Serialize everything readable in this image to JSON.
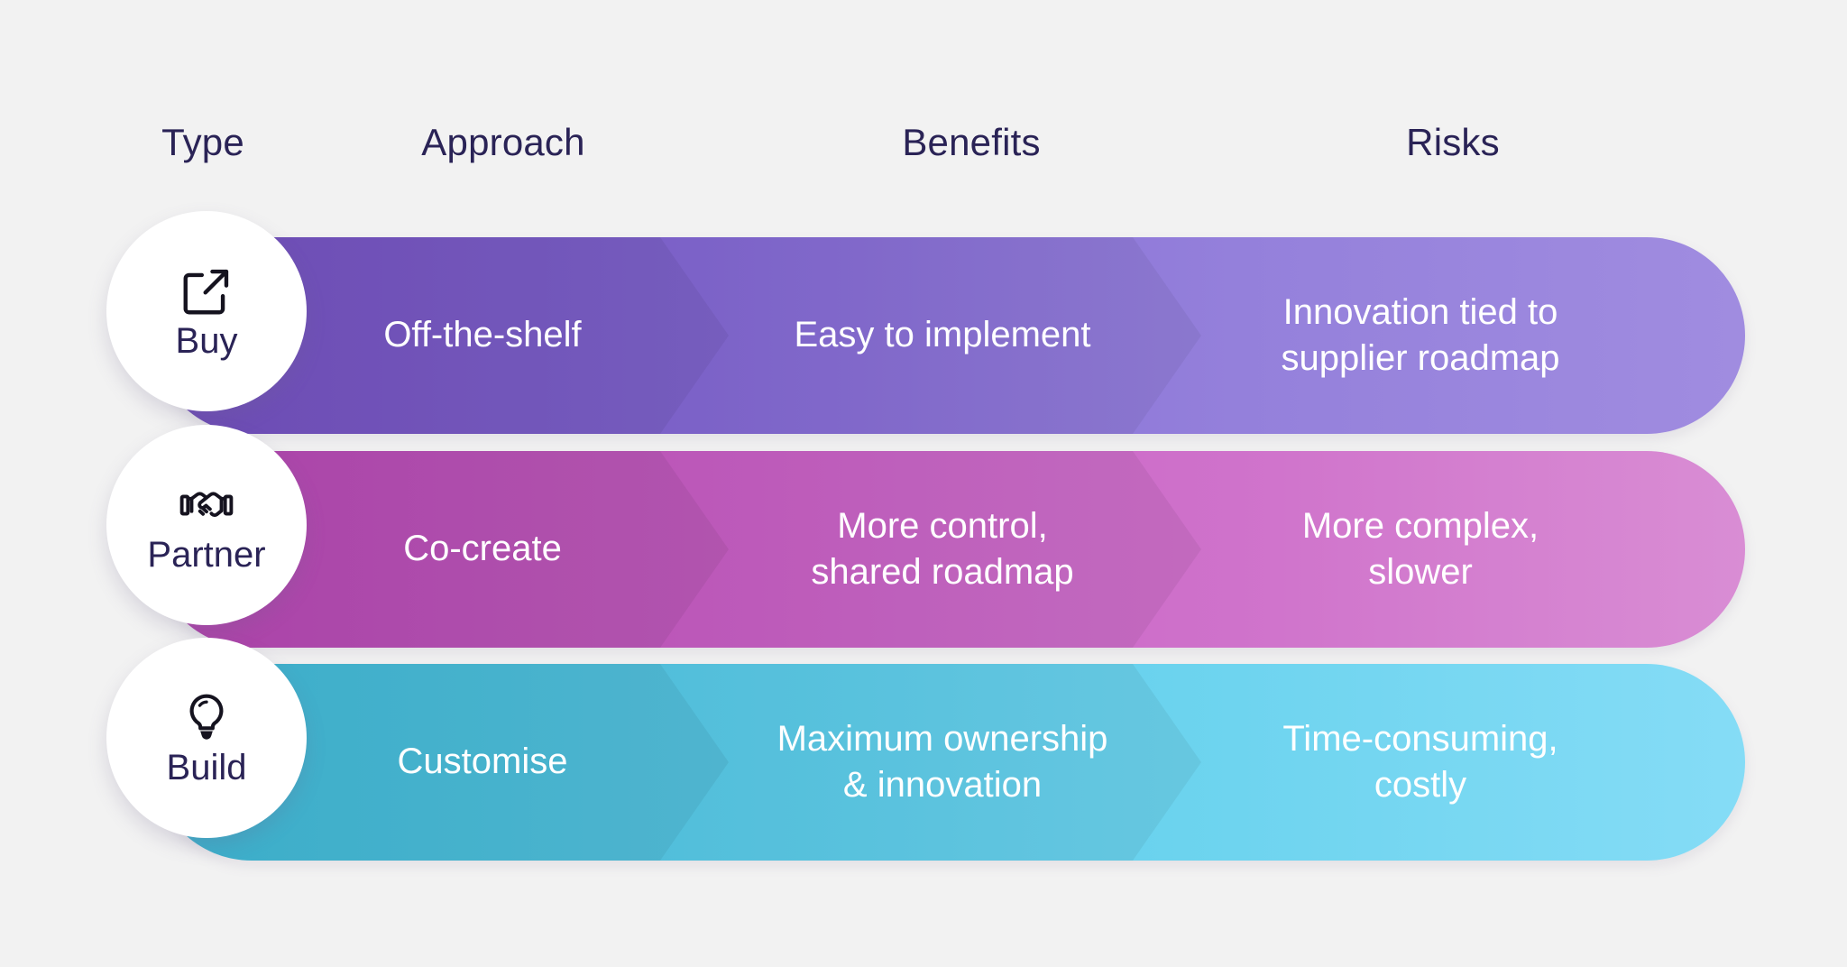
{
  "background_color": "#f2f2f2",
  "text_colors": {
    "heading": "#2a2356",
    "segment": "#ffffff",
    "badge_label": "#2a2356"
  },
  "headers": {
    "type": "Type",
    "approach": "Approach",
    "benefits": "Benefits",
    "risks": "Risks"
  },
  "rows": [
    {
      "type": "Buy",
      "icon": "external-link-icon",
      "approach": "Off-the-shelf",
      "benefits": "Easy to implement",
      "risks": "Innovation tied to\nsupplier roadmap",
      "gradient_start": "#7a54cb",
      "gradient_end": "#a08ce0"
    },
    {
      "type": "Partner",
      "icon": "handshake-icon",
      "approach": "Co-create",
      "benefits": "More control,\nshared roadmap",
      "risks": "More complex,\nslower",
      "gradient_start": "#c04cbd",
      "gradient_end": "#d98dd4"
    },
    {
      "type": "Build",
      "icon": "lightbulb-icon",
      "approach": "Customise",
      "benefits": "Maximum ownership\n& innovation",
      "risks": "Time-consuming,\ncostly",
      "gradient_start": "#42c3e2",
      "gradient_end": "#85dcf6"
    }
  ],
  "chart_data": {
    "type": "table",
    "title": "",
    "columns": [
      "Type",
      "Approach",
      "Benefits",
      "Risks"
    ],
    "rows": [
      [
        "Buy",
        "Off-the-shelf",
        "Easy to implement",
        "Innovation tied to supplier roadmap"
      ],
      [
        "Partner",
        "Co-create",
        "More control, shared roadmap",
        "More complex, slower"
      ],
      [
        "Build",
        "Customise",
        "Maximum ownership & innovation",
        "Time-consuming, costly"
      ]
    ]
  }
}
